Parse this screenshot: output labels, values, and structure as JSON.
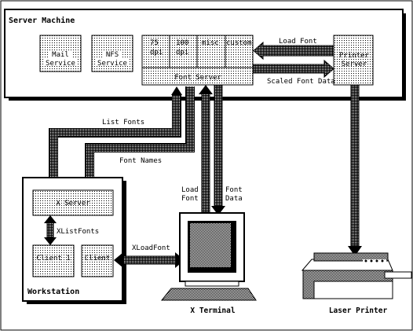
{
  "server_machine": {
    "title": "Server Machine",
    "mail_service": [
      "Mail",
      "Service"
    ],
    "nfs_service": [
      "NFS",
      "Service"
    ],
    "font_dirs": [
      [
        "75",
        "dpi"
      ],
      [
        "100",
        "dpi"
      ],
      [
        "misc"
      ],
      [
        "custom"
      ]
    ],
    "font_server": "Font Server",
    "printer_server": [
      "Printer",
      "Server"
    ]
  },
  "workstation": {
    "title": "Workstation",
    "x_server": "X Server",
    "client_1": "Client 1",
    "client_2": "Client"
  },
  "x_terminal": {
    "caption": "X Terminal"
  },
  "laser_printer": {
    "caption": "Laser Printer"
  },
  "flows": {
    "load_font_top": "Load Font",
    "scaled_font_data": "Scaled Font Data",
    "list_fonts": "List Fonts",
    "font_names": "Font Names",
    "load_font_term": [
      "Load",
      "Font"
    ],
    "font_data_term": [
      "Font",
      "Data"
    ],
    "xlistfonts": "XListFonts",
    "xloadfont": "XLoadFont"
  }
}
